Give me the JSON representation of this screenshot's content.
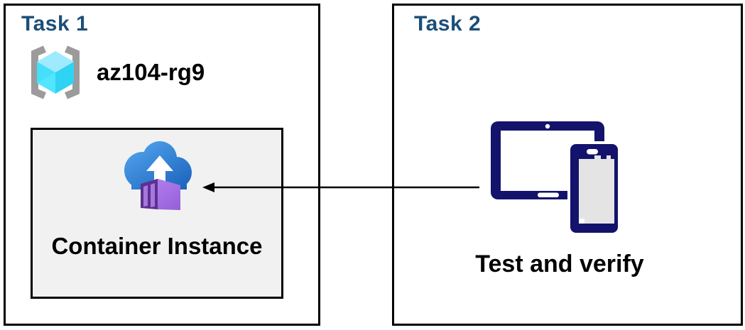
{
  "diagram": {
    "task1": {
      "title": "Task 1",
      "resource_group": {
        "name": "az104-rg9",
        "icon": "resource-group-icon"
      },
      "container_box": {
        "label": "Container Instance",
        "icon": "container-instance-upload-icon"
      }
    },
    "task2": {
      "title": "Task 2",
      "label": "Test and verify",
      "icon": "tablet-phone-devices-icon"
    },
    "connector": {
      "type": "arrow",
      "direction": "right-to-left",
      "from": "task2-devices-icon",
      "to": "container-instance-box"
    }
  },
  "colors": {
    "task_title": "#1C4E79",
    "box_border": "#000000",
    "inner_box_fill": "#F1F1F2",
    "devices_navy": "#13136C",
    "phone_screen_gray": "#E4E4E5",
    "cloud_blue_top": "#4FA1EB",
    "cloud_blue_bottom": "#1C63BC",
    "container_top_face": "#B78CE9",
    "container_side_face": "#A26BE5",
    "container_door": "#5A3191",
    "container_door_panel": "#A678DD",
    "cube_top_face": "#9FEAFE",
    "cube_left_face": "#53E5FE",
    "cube_right_face": "#2FD3F3",
    "bracket_gray": "#9B9B9B",
    "arrow_black": "#000000"
  }
}
